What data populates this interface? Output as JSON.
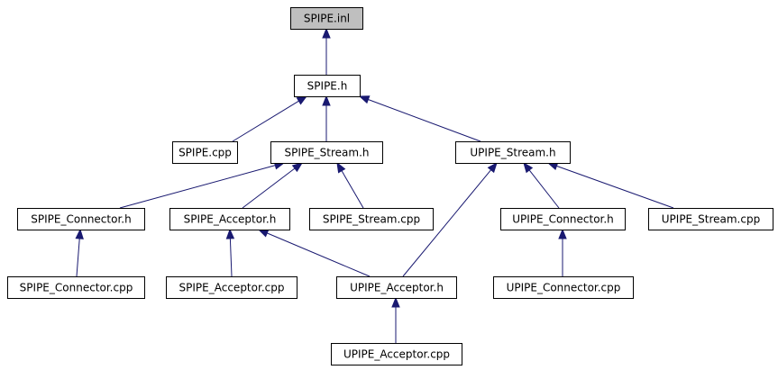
{
  "graph": {
    "edge_color": "#191970",
    "highlight_fill": "#bfbfbf",
    "nodes": [
      {
        "id": "spipe_inl",
        "label": "SPIPE.inl",
        "highlight": true
      },
      {
        "id": "spipe_h",
        "label": "SPIPE.h"
      },
      {
        "id": "spipe_cpp",
        "label": "SPIPE.cpp"
      },
      {
        "id": "spipe_stream_h",
        "label": "SPIPE_Stream.h"
      },
      {
        "id": "upipe_stream_h",
        "label": "UPIPE_Stream.h"
      },
      {
        "id": "spipe_connector_h",
        "label": "SPIPE_Connector.h"
      },
      {
        "id": "spipe_acceptor_h",
        "label": "SPIPE_Acceptor.h"
      },
      {
        "id": "spipe_stream_cpp",
        "label": "SPIPE_Stream.cpp"
      },
      {
        "id": "upipe_connector_h",
        "label": "UPIPE_Connector.h"
      },
      {
        "id": "upipe_stream_cpp",
        "label": "UPIPE_Stream.cpp"
      },
      {
        "id": "spipe_connector_cpp",
        "label": "SPIPE_Connector.cpp"
      },
      {
        "id": "spipe_acceptor_cpp",
        "label": "SPIPE_Acceptor.cpp"
      },
      {
        "id": "upipe_acceptor_h",
        "label": "UPIPE_Acceptor.h"
      },
      {
        "id": "upipe_connector_cpp",
        "label": "UPIPE_Connector.cpp"
      },
      {
        "id": "upipe_acceptor_cpp",
        "label": "UPIPE_Acceptor.cpp"
      }
    ],
    "edges": [
      {
        "from": "spipe_h",
        "to": "spipe_inl"
      },
      {
        "from": "spipe_cpp",
        "to": "spipe_h"
      },
      {
        "from": "spipe_stream_h",
        "to": "spipe_h"
      },
      {
        "from": "upipe_stream_h",
        "to": "spipe_h"
      },
      {
        "from": "spipe_connector_h",
        "to": "spipe_stream_h"
      },
      {
        "from": "spipe_acceptor_h",
        "to": "spipe_stream_h"
      },
      {
        "from": "spipe_stream_cpp",
        "to": "spipe_stream_h"
      },
      {
        "from": "upipe_acceptor_h",
        "to": "upipe_stream_h"
      },
      {
        "from": "upipe_connector_h",
        "to": "upipe_stream_h"
      },
      {
        "from": "upipe_stream_cpp",
        "to": "upipe_stream_h"
      },
      {
        "from": "spipe_connector_cpp",
        "to": "spipe_connector_h"
      },
      {
        "from": "spipe_acceptor_cpp",
        "to": "spipe_acceptor_h"
      },
      {
        "from": "upipe_acceptor_h",
        "to": "spipe_acceptor_h"
      },
      {
        "from": "upipe_connector_cpp",
        "to": "upipe_connector_h"
      },
      {
        "from": "upipe_acceptor_cpp",
        "to": "upipe_acceptor_h"
      }
    ]
  }
}
